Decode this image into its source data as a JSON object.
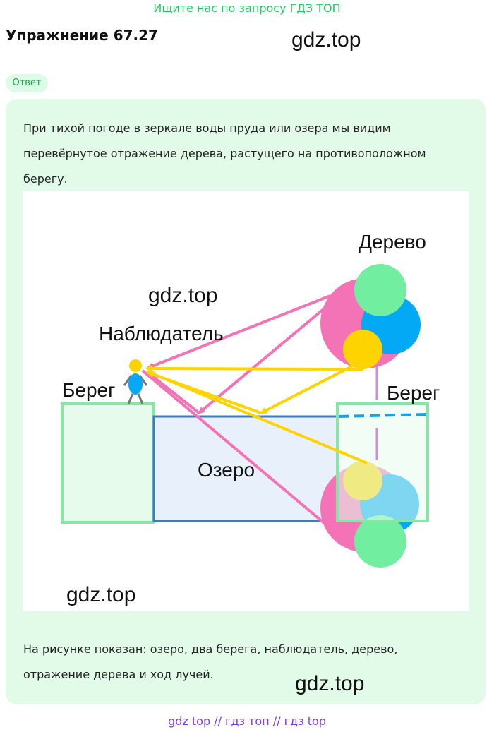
{
  "banner": "Ищите нас по запросу ГДЗ ТОП",
  "title": "Упражнение 67.27",
  "watermark": "gdz.top",
  "badge": "Ответ",
  "paragraph_top": "При тихой погоде в зеркале воды пруда или озера мы видим перевёрнутое отражение дерева, растущего на противоположном берегу.",
  "figure": {
    "label_tree": "Дерево",
    "label_observer": "Наблюдатель",
    "label_shore_left": "Берег",
    "label_shore_right": "Берег",
    "label_lake": "Озеро",
    "watermark_1": "gdz.top",
    "watermark_2": "gdz.top"
  },
  "paragraph_bottom": "На рисунке показан: озеро, два берега, наблюдатель, дерево, отражение дерева и ход лучей.",
  "footer": "gdz top  //  гдз топ  //  гдз top",
  "colors": {
    "accent_green": "#22c55e",
    "card_bg": "#e2fbe8",
    "pink": "#f472b6",
    "blue": "#03a9f4",
    "light_green": "#72eea0",
    "yellow": "#fdd400",
    "lake_border": "#3b7cc4",
    "lake_fill": "#e8f0fb",
    "shore_border": "#86e6a4",
    "footer_purple": "#7c3aed"
  }
}
